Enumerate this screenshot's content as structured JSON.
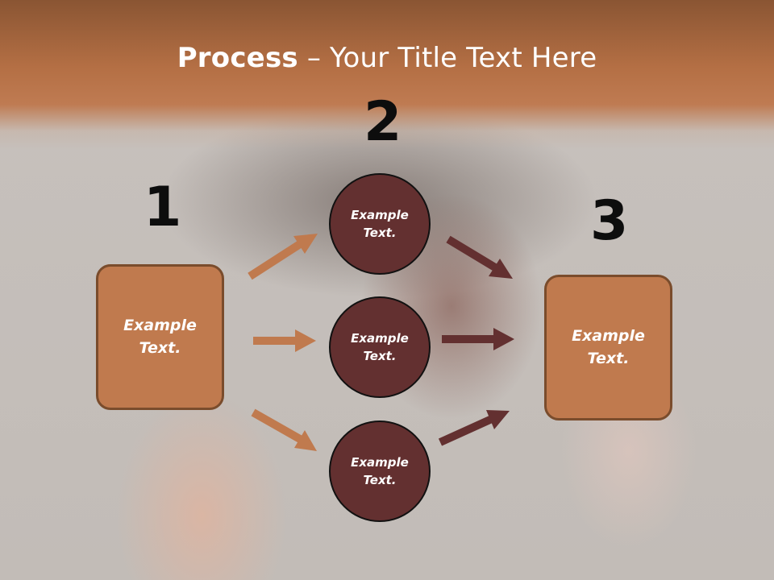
{
  "title": {
    "bold": "Process",
    "rest": " – Your Title Text Here"
  },
  "steps": [
    {
      "number": "1",
      "label": "Example Text."
    },
    {
      "number": "2"
    },
    {
      "number": "3",
      "label": "Example Text."
    }
  ],
  "circles": [
    {
      "label": "Example Text."
    },
    {
      "label": "Example Text."
    },
    {
      "label": "Example Text."
    }
  ],
  "colors": {
    "band": "#b46f44",
    "box_fill": "#c07a4e",
    "circle_fill": "#633030",
    "arrow_left": "#c07a4e",
    "arrow_right": "#633030",
    "number_text": "#0d0d0d"
  }
}
